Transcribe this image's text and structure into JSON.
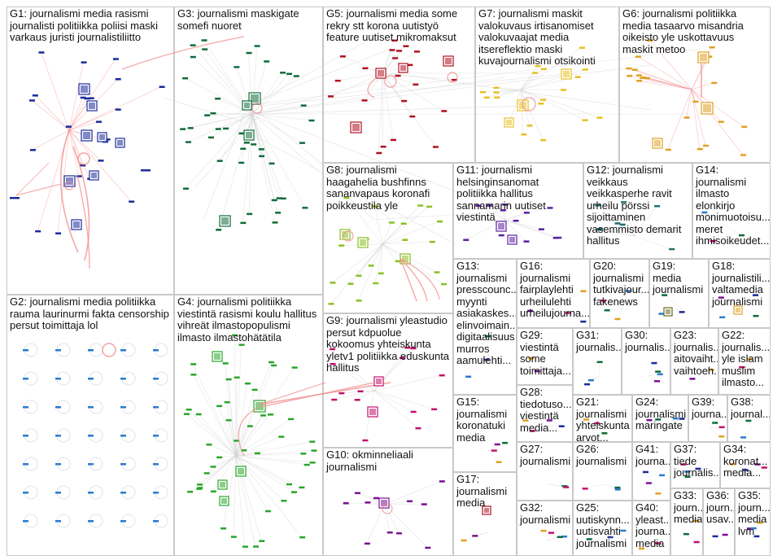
{
  "graph": {
    "groups": [
      {
        "id": "G1",
        "label": "G1: journalismi media rasismi\njournalisti politiikka poliisi maski\nvarkaus juristi journalistiliitto"
      },
      {
        "id": "G2",
        "label": "G2: journalismi media politiikka\nrauma laurinurmi fakta censorship\npersut toimittaja lol"
      },
      {
        "id": "G3",
        "label": "G3: journalismi maskigate\nsomefi nuoret"
      },
      {
        "id": "G4",
        "label": "G4: journalismi politiikka\nviestintä rasismi koulu hallitus\nvihreät ilmastopopulismi\nilmasto ilmastohätätila"
      },
      {
        "id": "G5",
        "label": "G5: journalismi media some\nrekry stt korona uutistyö\nfeature uutiset mikromaksut"
      },
      {
        "id": "G6",
        "label": "G6: journalismi politiikka\nmedia tasaarvo misandria\noikeisto yle uskottavuus\nmaskit metoo"
      },
      {
        "id": "G7",
        "label": "G7: journalismi maskit\nvalokuvaus irtisanomiset\nvalokuvaajat media\nitsereflektio maski\nkuvajournalismi otsikointi"
      },
      {
        "id": "G8",
        "label": "G8: journalismi\nhaagahelia bushfinns\nsananvapaus koronafi\npoikkeustila yle"
      },
      {
        "id": "G9",
        "label": "G9: journalismi yleastudio\npersut kdpuolue\nkokoomus yhteiskunta\nyletv1 politiikka eduskunta\nhallitus"
      },
      {
        "id": "G10",
        "label": "G10: okminneliaali\njournalismi"
      },
      {
        "id": "G11",
        "label": "G11: journalismi\nhelsinginsanomat\npolitiikka hallitus\nsannamarin uutiset\nviestintä"
      },
      {
        "id": "G12",
        "label": "G12: journalismi\nveikkaus\nveikkasperhe ravit\nurheilu pörssi\nsijoittaminen\nvasemmisto demarit\nhallitus"
      },
      {
        "id": "G13",
        "label": "G13:\njournalismi\npresscounc...\nmyynti\nasiakaskes...\nelinvoimain...\ndigitaalisuus\nmurros\naamulehti..."
      },
      {
        "id": "G14",
        "label": "G14:\njournalismi\nilmasto\nelonkirjo\nmonimuotoisu...\nmeret\nihmisoikeudet..."
      },
      {
        "id": "G15",
        "label": "G15:\njournalismi\nkoronatuki\nmedia"
      },
      {
        "id": "G16",
        "label": "G16:\njournalismi\nfairplaylehti\nurheilulehti\nurheilujourna..."
      },
      {
        "id": "G17",
        "label": "G17:\njournalismi\nmedia"
      },
      {
        "id": "G18",
        "label": "G18:\njournalistili...\nvaltamedia\njournalismi"
      },
      {
        "id": "G19",
        "label": "G19: media\njournalismi"
      },
      {
        "id": "G20",
        "label": "G20:\njournalismi\ntutkivajour...\nfakenews"
      },
      {
        "id": "G21",
        "label": "G21:\njournalismi\nyhteiskunta\narvot..."
      },
      {
        "id": "G22",
        "label": "G22:\njournalis...\nyle islam\nmuslim\nilmasto..."
      },
      {
        "id": "G23",
        "label": "G23:\njournalis...\naitovaiht...\nvaihtoeh..."
      },
      {
        "id": "G24",
        "label": "G24:\njournalismi\nmaringate"
      },
      {
        "id": "G25",
        "label": "G25:\nuutiskynn...\nuutisvahti\njournalismi"
      },
      {
        "id": "G26",
        "label": "G26:\njournalismi"
      },
      {
        "id": "G27",
        "label": "G27:\njournalismi"
      },
      {
        "id": "G28",
        "label": "G28:\ntiedotuso...\nviestintä\nmedia..."
      },
      {
        "id": "G29",
        "label": "G29:\nviestintä\nsome\ntoimittaja..."
      },
      {
        "id": "G30",
        "label": "G30:\njournalis..."
      },
      {
        "id": "G31",
        "label": "G31:\njournalis..."
      },
      {
        "id": "G32",
        "label": "G32:\njournalismi"
      },
      {
        "id": "G33",
        "label": "G33:\njourn...\nmedia"
      },
      {
        "id": "G34",
        "label": "G34:\nkoronat...\nmedia..."
      },
      {
        "id": "G35",
        "label": "G35:\njourn...\nmedia\nlvm"
      },
      {
        "id": "G36",
        "label": "G36:\njourn...\nusav..."
      },
      {
        "id": "G37",
        "label": "G37:\ntiede\njournalis..."
      },
      {
        "id": "G38",
        "label": "G38:\njournal..."
      },
      {
        "id": "G39",
        "label": "G39:\njourna..."
      },
      {
        "id": "G40",
        "label": "G40:\nyleast...\njourna...\nmedia"
      },
      {
        "id": "G41",
        "label": "G41:\njourna..."
      }
    ],
    "colors": {
      "border": "#c8c8c8",
      "edge_red": "#f08a8a",
      "edge_gray": "#cfcfcf",
      "G1": "#1a2a9a",
      "G2": "#2a7acf",
      "G3": "#0e6b3a",
      "G4": "#2aa52a",
      "G5": "#b01020",
      "G6": "#e0a020",
      "G7": "#e8c020",
      "G8": "#8ac020",
      "G9": "#c0106a",
      "G10": "#7a1090",
      "G11": "#5a20a0",
      "G12": "#207070"
    }
  }
}
